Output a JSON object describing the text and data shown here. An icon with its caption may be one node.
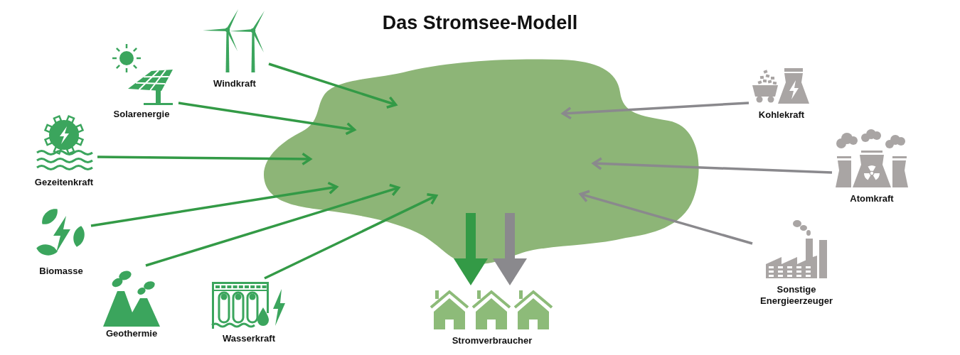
{
  "diagram": {
    "title": "Das Stromsee-Modell",
    "nodes": [
      {
        "text": [
          "Windkraft"
        ]
      },
      {
        "text": [
          "Solarenergie"
        ]
      },
      {
        "text": [
          "Gezeitenkraft"
        ]
      },
      {
        "text": [
          "Biomasse"
        ]
      },
      {
        "text": [
          "Geothermie"
        ]
      },
      {
        "text": [
          "Wasserkraft"
        ]
      },
      {
        "text": [],
        "shape": "blob"
      },
      {
        "text": [
          "Kohlekraft"
        ]
      },
      {
        "text": [
          "Atomkraft"
        ]
      },
      {
        "text": [
          "Sonstige Energieerzeuger"
        ]
      },
      {
        "text": [
          "Stromverbraucher"
        ]
      }
    ],
    "edges": [
      {
        "from": 0,
        "to": 6,
        "arrow": "to"
      },
      {
        "from": 1,
        "to": 6,
        "arrow": "to"
      },
      {
        "from": 2,
        "to": 6,
        "arrow": "to"
      },
      {
        "from": 3,
        "to": 6,
        "arrow": "to"
      },
      {
        "from": 4,
        "to": 6,
        "arrow": "to"
      },
      {
        "from": 5,
        "to": 6,
        "arrow": "to"
      },
      {
        "from": 7,
        "to": 6,
        "arrow": "to",
        "color": "#8a898d"
      },
      {
        "from": 8,
        "to": 6,
        "arrow": "to",
        "color": "#8a898d"
      },
      {
        "from": 9,
        "to": 6,
        "arrow": "to",
        "color": "#8a898d"
      },
      {
        "from": 6,
        "to": 10,
        "arrow": "to",
        "style": "thick"
      },
      {
        "from": 6,
        "to": 10,
        "arrow": "to",
        "style": "thick",
        "color": "#8a898d"
      }
    ]
  }
}
